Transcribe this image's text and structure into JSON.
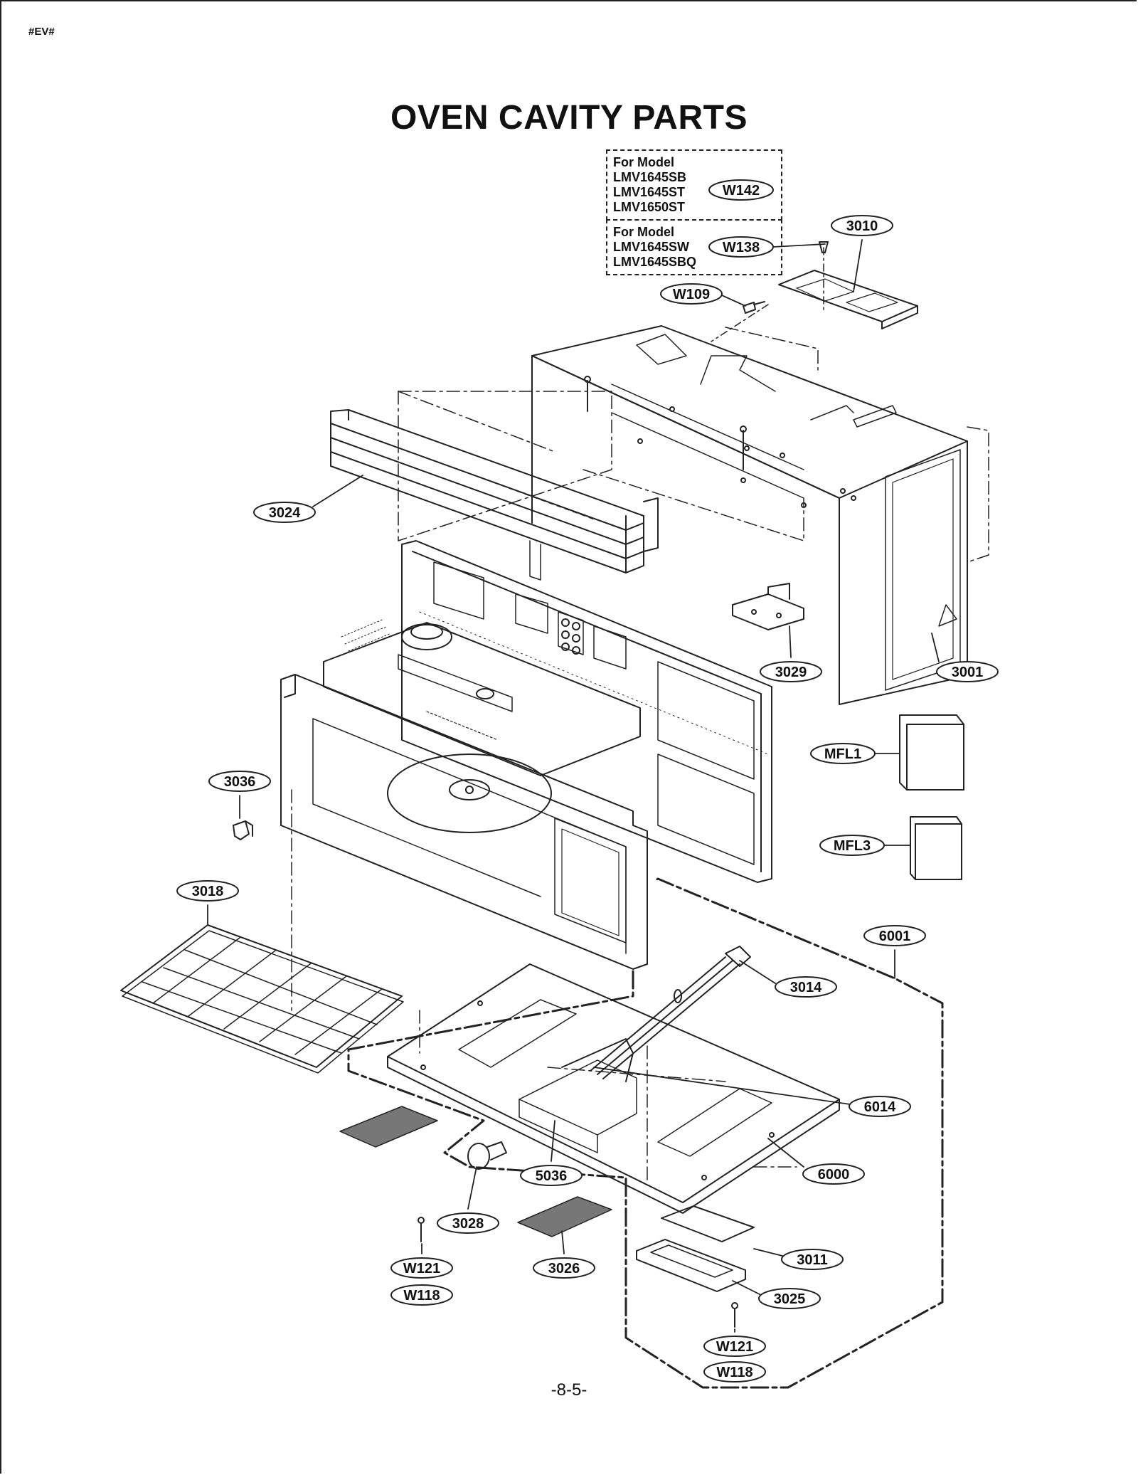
{
  "header": {
    "code": "#EV#"
  },
  "title": "OVEN CAVITY PARTS",
  "model_boxes": [
    {
      "heading": "For Model",
      "models": [
        "LMV1645SB",
        "LMV1645ST",
        "LMV1650ST"
      ],
      "part": "W142"
    },
    {
      "heading": "For Model",
      "models": [
        "LMV1645SW",
        "LMV1645SBQ"
      ],
      "part": "W138"
    }
  ],
  "callouts": {
    "p3010": "3010",
    "w109": "W109",
    "p3024": "3024",
    "p3029": "3029",
    "p3001": "3001",
    "mfl1": "MFL1",
    "mfl3": "MFL3",
    "p3036": "3036",
    "p3018": "3018",
    "p6001": "6001",
    "p3014": "3014",
    "p6014": "6014",
    "p6000": "6000",
    "p5036": "5036",
    "p3028": "3028",
    "p3026": "3026",
    "w121a": "W121",
    "w118a": "W118",
    "p3011": "3011",
    "p3025": "3025",
    "w121b": "W121",
    "w118b": "W118"
  },
  "footer": {
    "page": "-8-5-"
  }
}
